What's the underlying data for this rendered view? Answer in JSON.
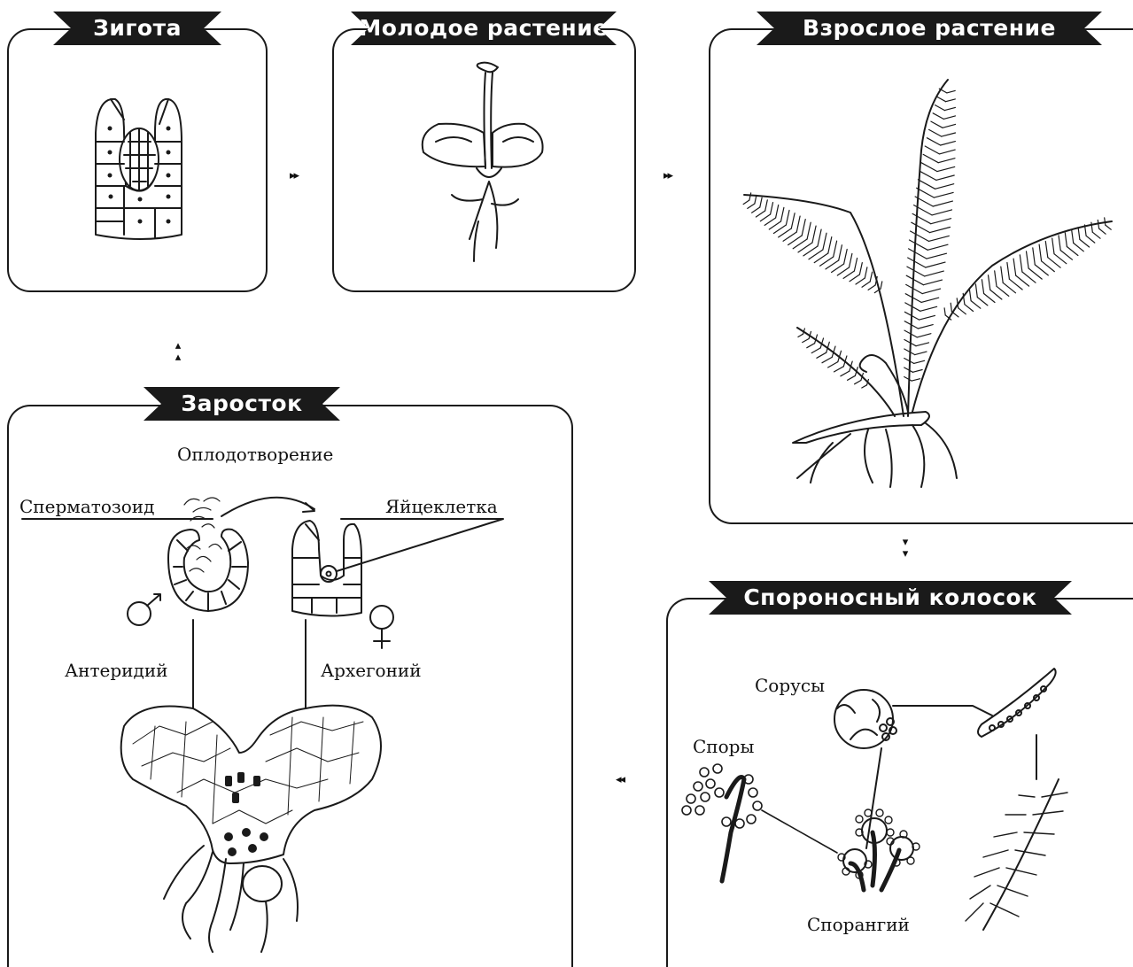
{
  "stages": {
    "zygote": "Зигота",
    "young_plant": "Молодое  растение",
    "adult_plant": "Взрослое  растение",
    "gametophyte": "Заросток",
    "spore_spike": "Спороносный  колосок"
  },
  "labels": {
    "fertilization": "Оплодотворение",
    "sperm": "Сперматозоид",
    "egg": "Яйцеклетка",
    "antheridium": "Антеридий",
    "archegonium": "Архегоний",
    "sori": "Сорусы",
    "spores": "Споры",
    "sporangium": "Спорангий"
  },
  "arrows": {
    "right": "▸▸",
    "left": "◂◂",
    "up": "▴▴",
    "down": "▾▾"
  },
  "colors": {
    "ink": "#1a1a1a",
    "background": "#ffffff"
  }
}
